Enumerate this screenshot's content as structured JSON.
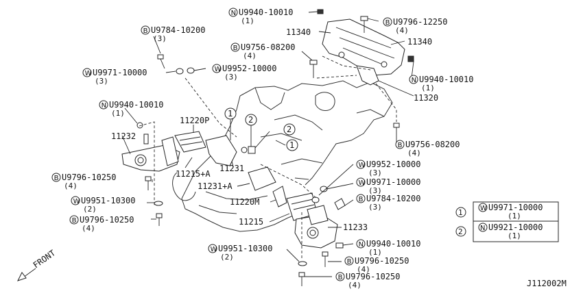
{
  "diagram": {
    "code": "J112002M",
    "front_label": "FRONT",
    "legend": [
      {
        "num": "1",
        "prefix": "W",
        "code": "U9971-10000",
        "qty": "(1)"
      },
      {
        "num": "2",
        "prefix": "N",
        "code": "U9921-10000",
        "qty": "(1)"
      }
    ],
    "callouts": [
      {
        "id": "c1",
        "prefix": "N",
        "code": "U9940-10010",
        "qty": "(1)"
      },
      {
        "id": "c2",
        "prefix": "B",
        "code": "U9796-12250",
        "qty": "(4)"
      },
      {
        "id": "c3",
        "prefix": "B",
        "code": "U9784-10200",
        "qty": "(3)"
      },
      {
        "id": "c4",
        "prefix": "B",
        "code": "U9756-08200",
        "qty": "(4)"
      },
      {
        "id": "c5",
        "prefix": "W",
        "code": "U9971-10000",
        "qty": "(3)"
      },
      {
        "id": "c6",
        "prefix": "W",
        "code": "U9952-10000",
        "qty": "(3)"
      },
      {
        "id": "c7",
        "prefix": "N",
        "code": "U9940-10010",
        "qty": "(1)"
      },
      {
        "id": "c8",
        "prefix": "N",
        "code": "U9940-10010",
        "qty": "(1)"
      },
      {
        "id": "c9",
        "prefix": "B",
        "code": "U9756-08200",
        "qty": "(4)"
      },
      {
        "id": "c10",
        "prefix": "B",
        "code": "U9796-10250",
        "qty": "(4)"
      },
      {
        "id": "c11",
        "prefix": "W",
        "code": "U9951-10300",
        "qty": "(2)"
      },
      {
        "id": "c12",
        "prefix": "B",
        "code": "U9796-10250",
        "qty": "(4)"
      },
      {
        "id": "c13",
        "prefix": "W",
        "code": "U9952-10000",
        "qty": "(3)"
      },
      {
        "id": "c14",
        "prefix": "W",
        "code": "U9971-10000",
        "qty": "(3)"
      },
      {
        "id": "c15",
        "prefix": "B",
        "code": "U9784-10200",
        "qty": "(3)"
      },
      {
        "id": "c16",
        "prefix": "W",
        "code": "U9951-10300",
        "qty": "(2)"
      },
      {
        "id": "c17",
        "prefix": "N",
        "code": "U9940-10010",
        "qty": "(1)"
      },
      {
        "id": "c18",
        "prefix": "B",
        "code": "U9796-10250",
        "qty": "(4)"
      },
      {
        "id": "c19",
        "prefix": "B",
        "code": "U9796-10250",
        "qty": "(4)"
      }
    ],
    "parts": [
      {
        "id": "p1",
        "text": "11340"
      },
      {
        "id": "p2",
        "text": "11340"
      },
      {
        "id": "p3",
        "text": "11320"
      },
      {
        "id": "p4",
        "text": "11220P"
      },
      {
        "id": "p5",
        "text": "11232"
      },
      {
        "id": "p6",
        "text": "11215+A"
      },
      {
        "id": "p7",
        "text": "11231"
      },
      {
        "id": "p8",
        "text": "11231+A"
      },
      {
        "id": "p9",
        "text": "11220M"
      },
      {
        "id": "p10",
        "text": "11215"
      },
      {
        "id": "p11",
        "text": "11233"
      }
    ],
    "markers": [
      {
        "id": "m1",
        "text": "1"
      },
      {
        "id": "m2",
        "text": "2"
      },
      {
        "id": "m3",
        "text": "2"
      },
      {
        "id": "m4",
        "text": "1"
      }
    ]
  }
}
